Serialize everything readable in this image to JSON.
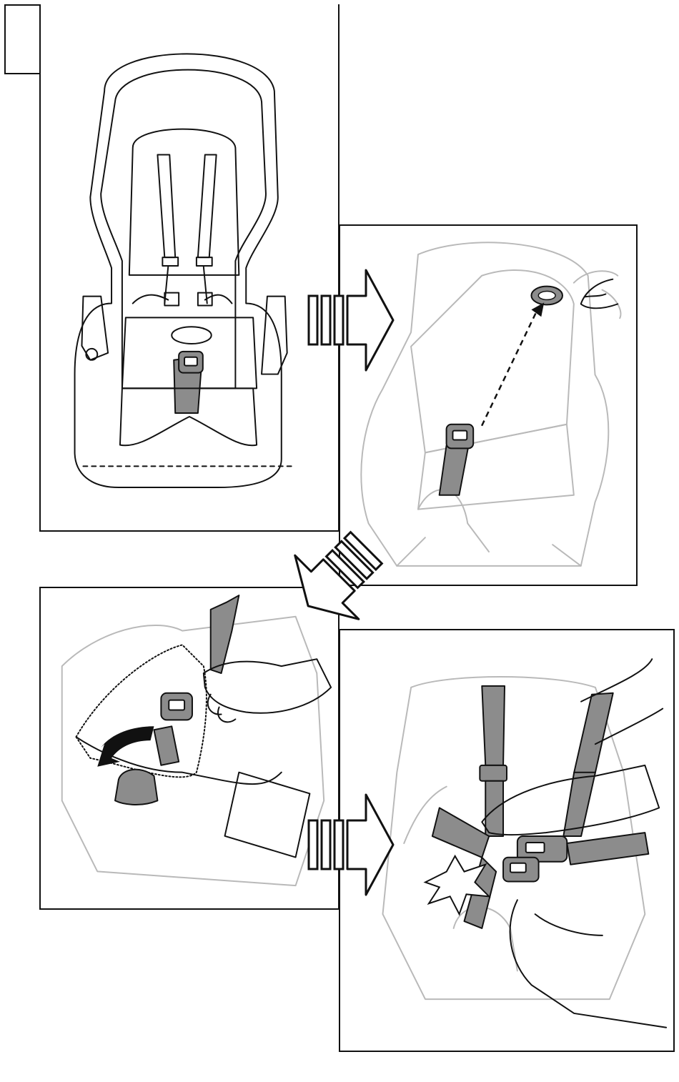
{
  "figure": {
    "step_label": "",
    "panels": [
      {
        "id": "panel-1",
        "subject": "seat-overview"
      },
      {
        "id": "panel-2",
        "subject": "thread-crotch-buckle-through-seat"
      },
      {
        "id": "panel-3",
        "subject": "fold-back-seat-cover"
      },
      {
        "id": "panel-4",
        "subject": "fasten-harness-buckle"
      }
    ],
    "arrows": [
      {
        "id": "arrow-1",
        "direction": "right"
      },
      {
        "id": "arrow-2",
        "direction": "down-left"
      },
      {
        "id": "arrow-3",
        "direction": "right"
      }
    ],
    "colors": {
      "ink": "#111111",
      "faded": "#b9b9b9",
      "strap": "#8c8c8c"
    }
  }
}
